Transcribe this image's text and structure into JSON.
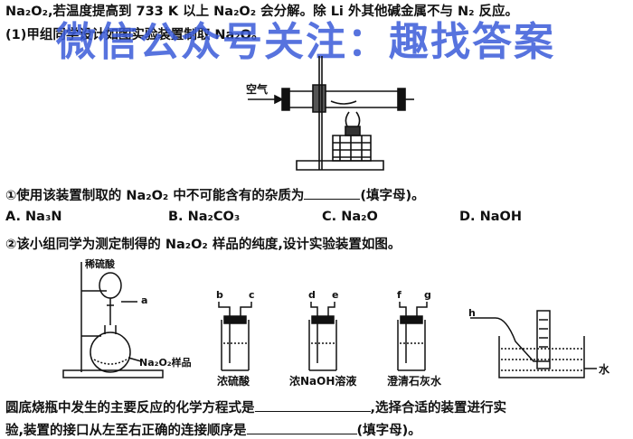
{
  "text": {
    "line1": "Na₂O₂,若温度提高到 733 K 以上 Na₂O₂ 会分解。除 Li 外其他碱金属不与 N₂ 反应。",
    "line2": "(1)甲组同学设计如图实验装置制取 Na₂O。",
    "q1": "①使用该装置制取的 Na₂O₂ 中不可能含有的杂质为",
    "q1_suffix": "(填字母)。",
    "q2": "②该小组同学为测定制得的 Na₂O₂ 样品的纯度,设计实验装置如图。",
    "q3_a": "圆底烧瓶中发生的主要反应的化学方程式是",
    "q3_b": ",选择合适的装置进行实",
    "q3_c": "验,装置的接口从左至右正确的连接顺序是",
    "q3_d": "(填字母)。"
  },
  "options": [
    {
      "label": "A. Na₃N"
    },
    {
      "label": "B. Na₂CO₃"
    },
    {
      "label": "C. Na₂O"
    },
    {
      "label": "D. NaOH"
    }
  ],
  "watermark": "微信公众号关注：趣找答案",
  "figure1": {
    "air_label": "空气"
  },
  "figure2": {
    "acid_label": "稀硫酸",
    "a_label": "a",
    "sample_label": "Na₂O₂样品",
    "bottle1": {
      "left": "b",
      "right": "c",
      "caption": "浓硫酸"
    },
    "bottle2": {
      "left": "d",
      "right": "e",
      "caption": "浓NaOH溶液"
    },
    "bottle3": {
      "left": "f",
      "right": "g",
      "caption": "澄清石灰水"
    },
    "trough": {
      "tube": "h",
      "caption": "水"
    }
  },
  "colors": {
    "watermark": "#3a5bd9"
  }
}
